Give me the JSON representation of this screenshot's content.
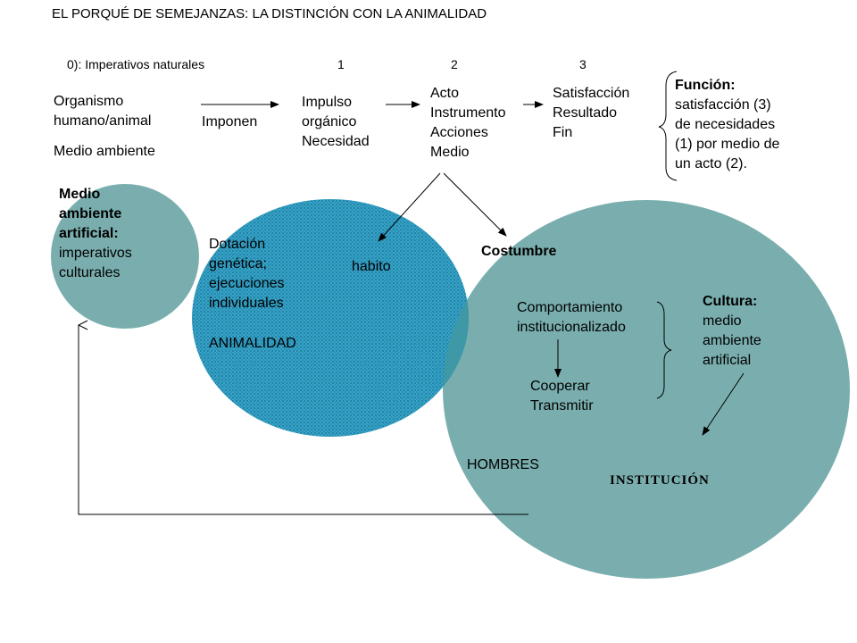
{
  "title": "EL PORQUÉ DE SEMEJANZAS: LA DISTINCIÓN CON LA ANIMALIDAD",
  "header": {
    "label": "0): Imperativos naturales",
    "num1": "1",
    "num2": "2",
    "num3": "3"
  },
  "organismo": [
    "Organismo",
    "humano/animal"
  ],
  "medio_ambiente": "Medio ambiente",
  "imponen": "Imponen",
  "impulso": [
    "Impulso",
    "orgánico",
    "Necesidad"
  ],
  "acto": [
    "Acto",
    "Instrumento",
    "Acciones",
    "Medio"
  ],
  "satisfaccion": [
    "Satisfacción",
    "Resultado",
    "Fin"
  ],
  "funcion": {
    "heading": "Función:",
    "lines": [
      "satisfacción (3)",
      "de necesidades",
      "(1) por medio de",
      "un acto (2)."
    ]
  },
  "medio_artificial": {
    "bold_lines": [
      "Medio",
      "ambiente",
      "artificial:"
    ],
    "lines": [
      "imperativos",
      "culturales"
    ]
  },
  "dotacion": [
    "Dotación",
    "genética;",
    "ejecuciones",
    "individuales"
  ],
  "animalidad": "ANIMALIDAD",
  "habito": "habito",
  "costumbre": "Costumbre",
  "comportamiento": [
    "Comportamiento",
    "institucionalizado"
  ],
  "cooperar": [
    "Cooperar",
    "Transmitir"
  ],
  "cultura": {
    "heading": "Cultura:",
    "lines": [
      "medio",
      "ambiente",
      "artificial"
    ]
  },
  "hombres": "HOMBRES",
  "institucion": "INSTITUCIÓN",
  "colors": {
    "teal": "#7aaeae",
    "blue": "#3aa2c4",
    "blue_pattern": "#1e86ab",
    "overlap": "#3e98a6"
  }
}
